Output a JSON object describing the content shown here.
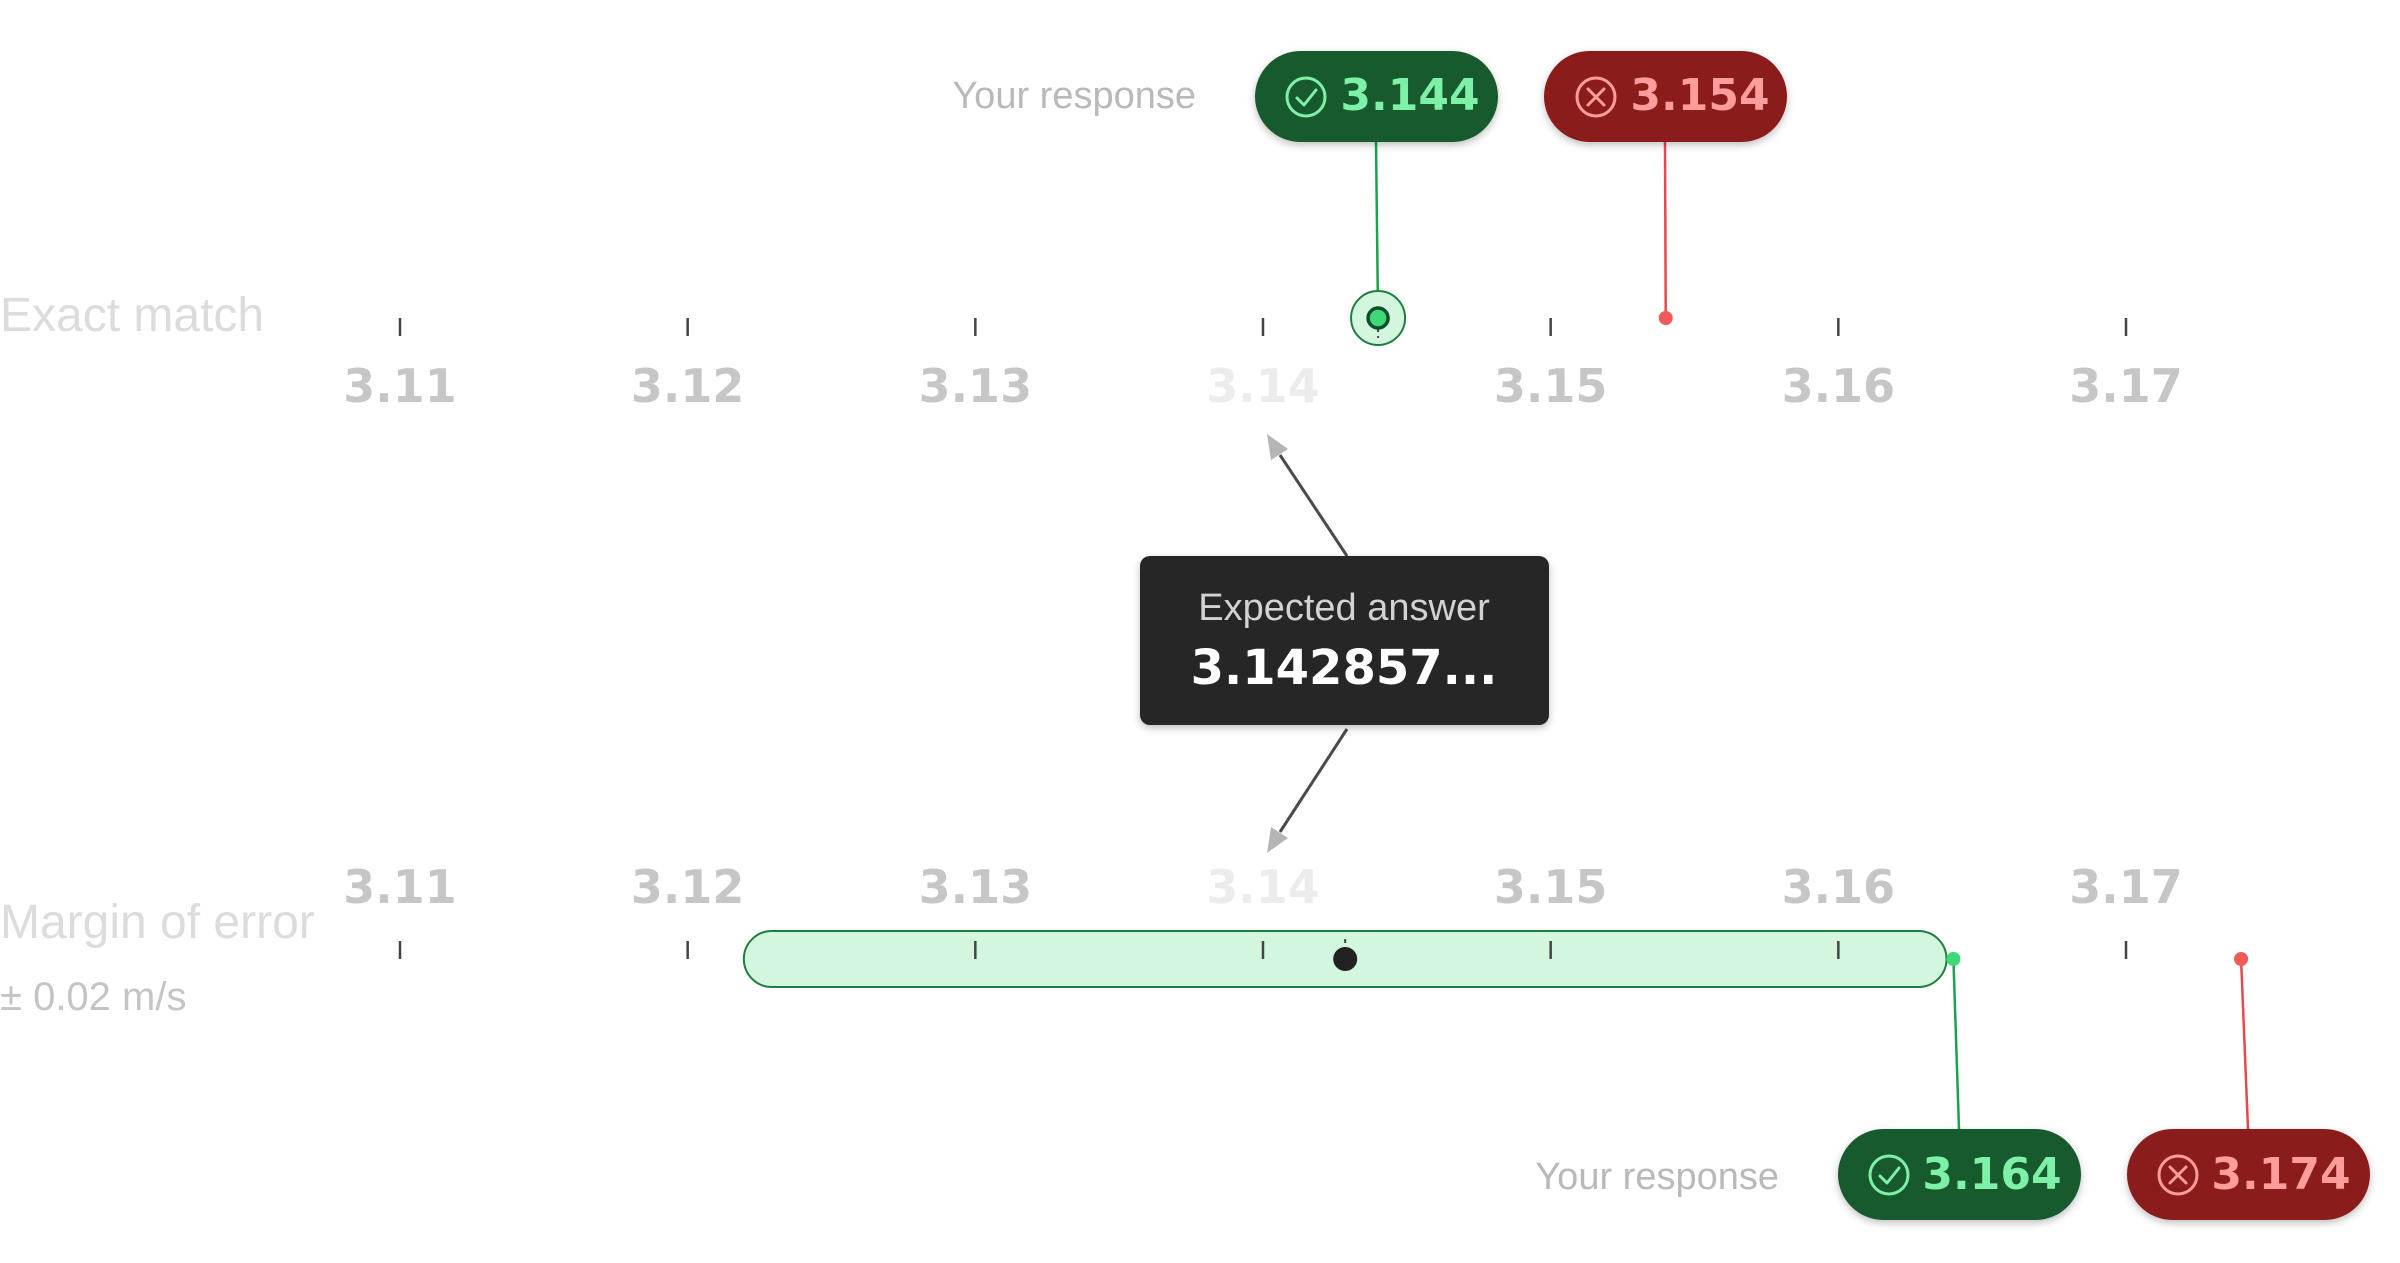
{
  "chart_data": {
    "type": "diagram",
    "axis_range": [
      3.105,
      3.175
    ],
    "tick_labels": [
      "3.11",
      "3.12",
      "3.13",
      "3.14",
      "3.15",
      "3.16",
      "3.17"
    ],
    "tick_values": [
      3.11,
      3.12,
      3.13,
      3.14,
      3.15,
      3.16,
      3.17
    ],
    "exact_match": {
      "label": "Exact match",
      "response_label": "Your response",
      "correct_response": {
        "value": 3.144,
        "text": "3.144"
      },
      "incorrect_response": {
        "value": 3.154,
        "text": "3.154"
      }
    },
    "expected": {
      "title": "Expected answer",
      "value": 3.142857,
      "text": "3.142857..."
    },
    "margin_of_error": {
      "label": "Margin of error",
      "tolerance_text": "± 0.02 m/s",
      "range": [
        3.122857,
        3.162857
      ],
      "response_label": "Your response",
      "correct_response": {
        "value": 3.164,
        "text": "3.164"
      },
      "incorrect_response": {
        "value": 3.174,
        "text": "3.174"
      }
    }
  },
  "colors": {
    "axis": "#444444",
    "tick_label": "#c6c6c6",
    "tick_label_faint": "#ececec",
    "row_label": "#dcdcdc",
    "response_label": "#b9b9b9",
    "correct_bg": "#145a2f",
    "correct_text": "#7ff0a8",
    "correct_line": "#19a34d",
    "incorrect_bg": "#8a1f1f",
    "incorrect_text": "#ff9c9c",
    "incorrect_line": "#e5484d",
    "range_fill": "#d3f6df",
    "range_stroke": "#1e7d3f",
    "tooltip_bg": "#262626",
    "tooltip_title": "#d2d2d2",
    "tooltip_value": "#ffffff",
    "arrow": "#4a4a4a"
  },
  "icons": {
    "correct": "check-circle-icon",
    "incorrect": "x-circle-icon"
  }
}
